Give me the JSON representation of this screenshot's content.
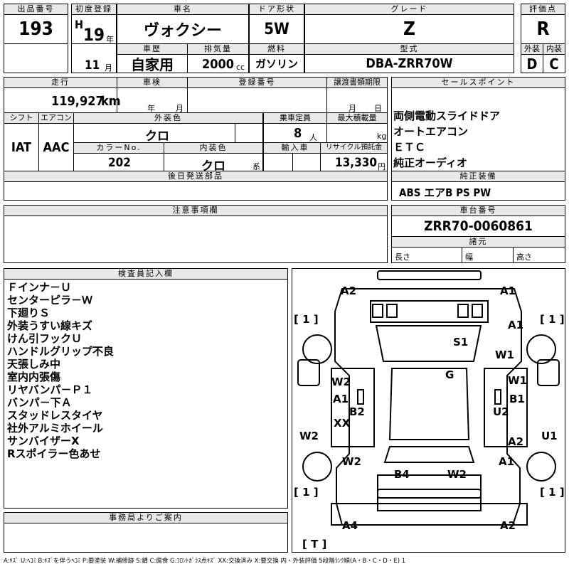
{
  "headers": {
    "lot_no": "出品番号",
    "first_reg": "初度登録",
    "car_name": "車名",
    "door": "ドア形状",
    "grade": "グレード",
    "score": "評価点",
    "history": "車歴",
    "displacement": "排気量",
    "fuel": "燃料",
    "model": "型式",
    "exterior": "外装",
    "interior": "内装",
    "mileage": "走行",
    "inspection": "車検",
    "reg_no": "登録番号",
    "transfer": "譲渡書類期限",
    "selling": "セールスポイント",
    "shift": "シフト",
    "aircon": "エアコン",
    "ext_color": "外装色",
    "capacity": "乗車定員",
    "max_load": "最大積載量",
    "color_no": "カラーNo.",
    "int_color": "内装色",
    "import": "輸入車",
    "recycle": "リサイクル預託金",
    "later_parts": "後日発送部品",
    "genuine": "純正装備",
    "notes": "注意事項欄",
    "chassis": "車台番号",
    "specs": "諸元",
    "inspector": "検査員記入欄",
    "office": "事務局よりご案内"
  },
  "values": {
    "lot_no": "193",
    "era": "H",
    "year": "19",
    "year_unit": "年",
    "month": "11",
    "month_unit": "月",
    "car_name": "ヴォクシー",
    "door": "5W",
    "grade": "Z",
    "score": "R",
    "history": "自家用",
    "displacement": "2000",
    "displacement_unit": "cc",
    "fuel": "ガソリン",
    "model": "DBA-ZRR70W",
    "exterior": "D",
    "interior": "C",
    "mileage": "119,927",
    "mileage_unit": "km",
    "insp_year": "年",
    "insp_month": "月",
    "transfer_month": "月",
    "transfer_day": "日",
    "shift": "IAT",
    "aircon": "AAC",
    "ext_color": "クロ",
    "capacity": "8",
    "capacity_unit": "人",
    "max_load_unit": "kg",
    "color_no": "202",
    "int_color": "クロ",
    "int_color_unit": "系",
    "recycle": "13,330",
    "recycle_unit": "円",
    "genuine": "ABS エアB PS PW",
    "chassis": "ZRR70-0060861",
    "length": "長さ",
    "width": "幅",
    "height": "高さ"
  },
  "selling_points": [
    "両側電動スライドドア",
    "オートエアコン",
    "ＥＴＣ",
    "純正オーディオ"
  ],
  "inspector_notes": [
    "Ｆインナ－Ｕ",
    "センターピラ－Ｗ",
    "下廻りＳ",
    "外装うすい線キズ",
    "けん引フックＵ",
    "ハンドルグリップ不良",
    "天張しみ中",
    "室内内張傷",
    "リヤバンパ－Ｐ１",
    "バンパ－下Ａ",
    "スタッドレスタイヤ",
    "社外アルミホイール",
    "サンバイザーX",
    "Rスポイラー色あせ"
  ],
  "damage_marks": {
    "a2_front": "A2",
    "a1_front": "A1",
    "s1": "S1",
    "g": "G",
    "a1_r1": "A1",
    "w1_r1": "W1",
    "w1_r2": "W1",
    "b1_r": "B1",
    "u2_r": "U2",
    "u1_r": "U1",
    "a2_r": "A2",
    "a1_r2": "A1",
    "w2_l1": "W2",
    "a1_l": "A1",
    "b2_l": "B2",
    "xx_l": "XX",
    "w2_l2": "W2",
    "w2_l3": "W2",
    "b4_rear": "B4",
    "w2_rear": "W2",
    "a4_rear": "A4",
    "a2_rear": "A2"
  },
  "brackets": {
    "tl": "[ 1 ]",
    "tr": "[ 1 ]",
    "bl": "[ 1 ]",
    "br": "[ 1 ]",
    "bottom": "[ T ]"
  },
  "legend": "A:ｷｽﾞ  U:ﾍｺﾐ  B:ｷｽﾞを伴うﾍｺﾐ  P:要塗装  W:補修跡  S:錆  C:腐食  G:ﾌﾛﾝﾄｶﾞﾗｽ点ｷｽﾞ  XX:交換済み  X:要交換  内・外装評価  5段階ﾗﾝｸ順(A・B・C・D・E) 1"
}
